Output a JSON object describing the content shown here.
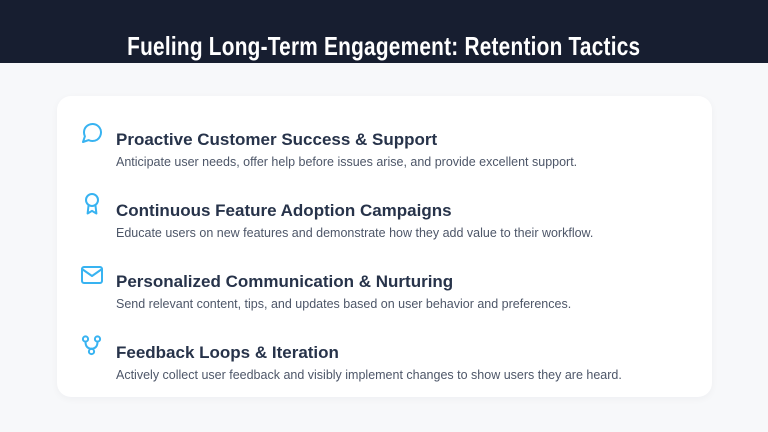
{
  "theme": {
    "page_bg": "#f7f8fa",
    "header_bg": "#171e30",
    "title_color": "#ffffff",
    "card_bg": "#ffffff",
    "accent": "#38b3f1",
    "heading_color": "#27334a",
    "desc_color": "#4d5668"
  },
  "header": {
    "title": "Fueling Long-Term Engagement: Retention Tactics"
  },
  "card": {
    "items": [
      {
        "icon": "chat-bubble-icon",
        "title": "Proactive Customer Success & Support",
        "description": "Anticipate user needs, offer help before issues arise, and provide excellent support."
      },
      {
        "icon": "award-ribbon-icon",
        "title": "Continuous Feature Adoption Campaigns",
        "description": "Educate users on new features and demonstrate how they add value to their workflow."
      },
      {
        "icon": "mail-envelope-icon",
        "title": "Personalized Communication & Nurturing",
        "description": "Send relevant content, tips, and updates based on user behavior and preferences."
      },
      {
        "icon": "share-network-icon",
        "title": "Feedback Loops & Iteration",
        "description": "Actively collect user feedback and visibly implement changes to show users they are heard."
      }
    ]
  }
}
